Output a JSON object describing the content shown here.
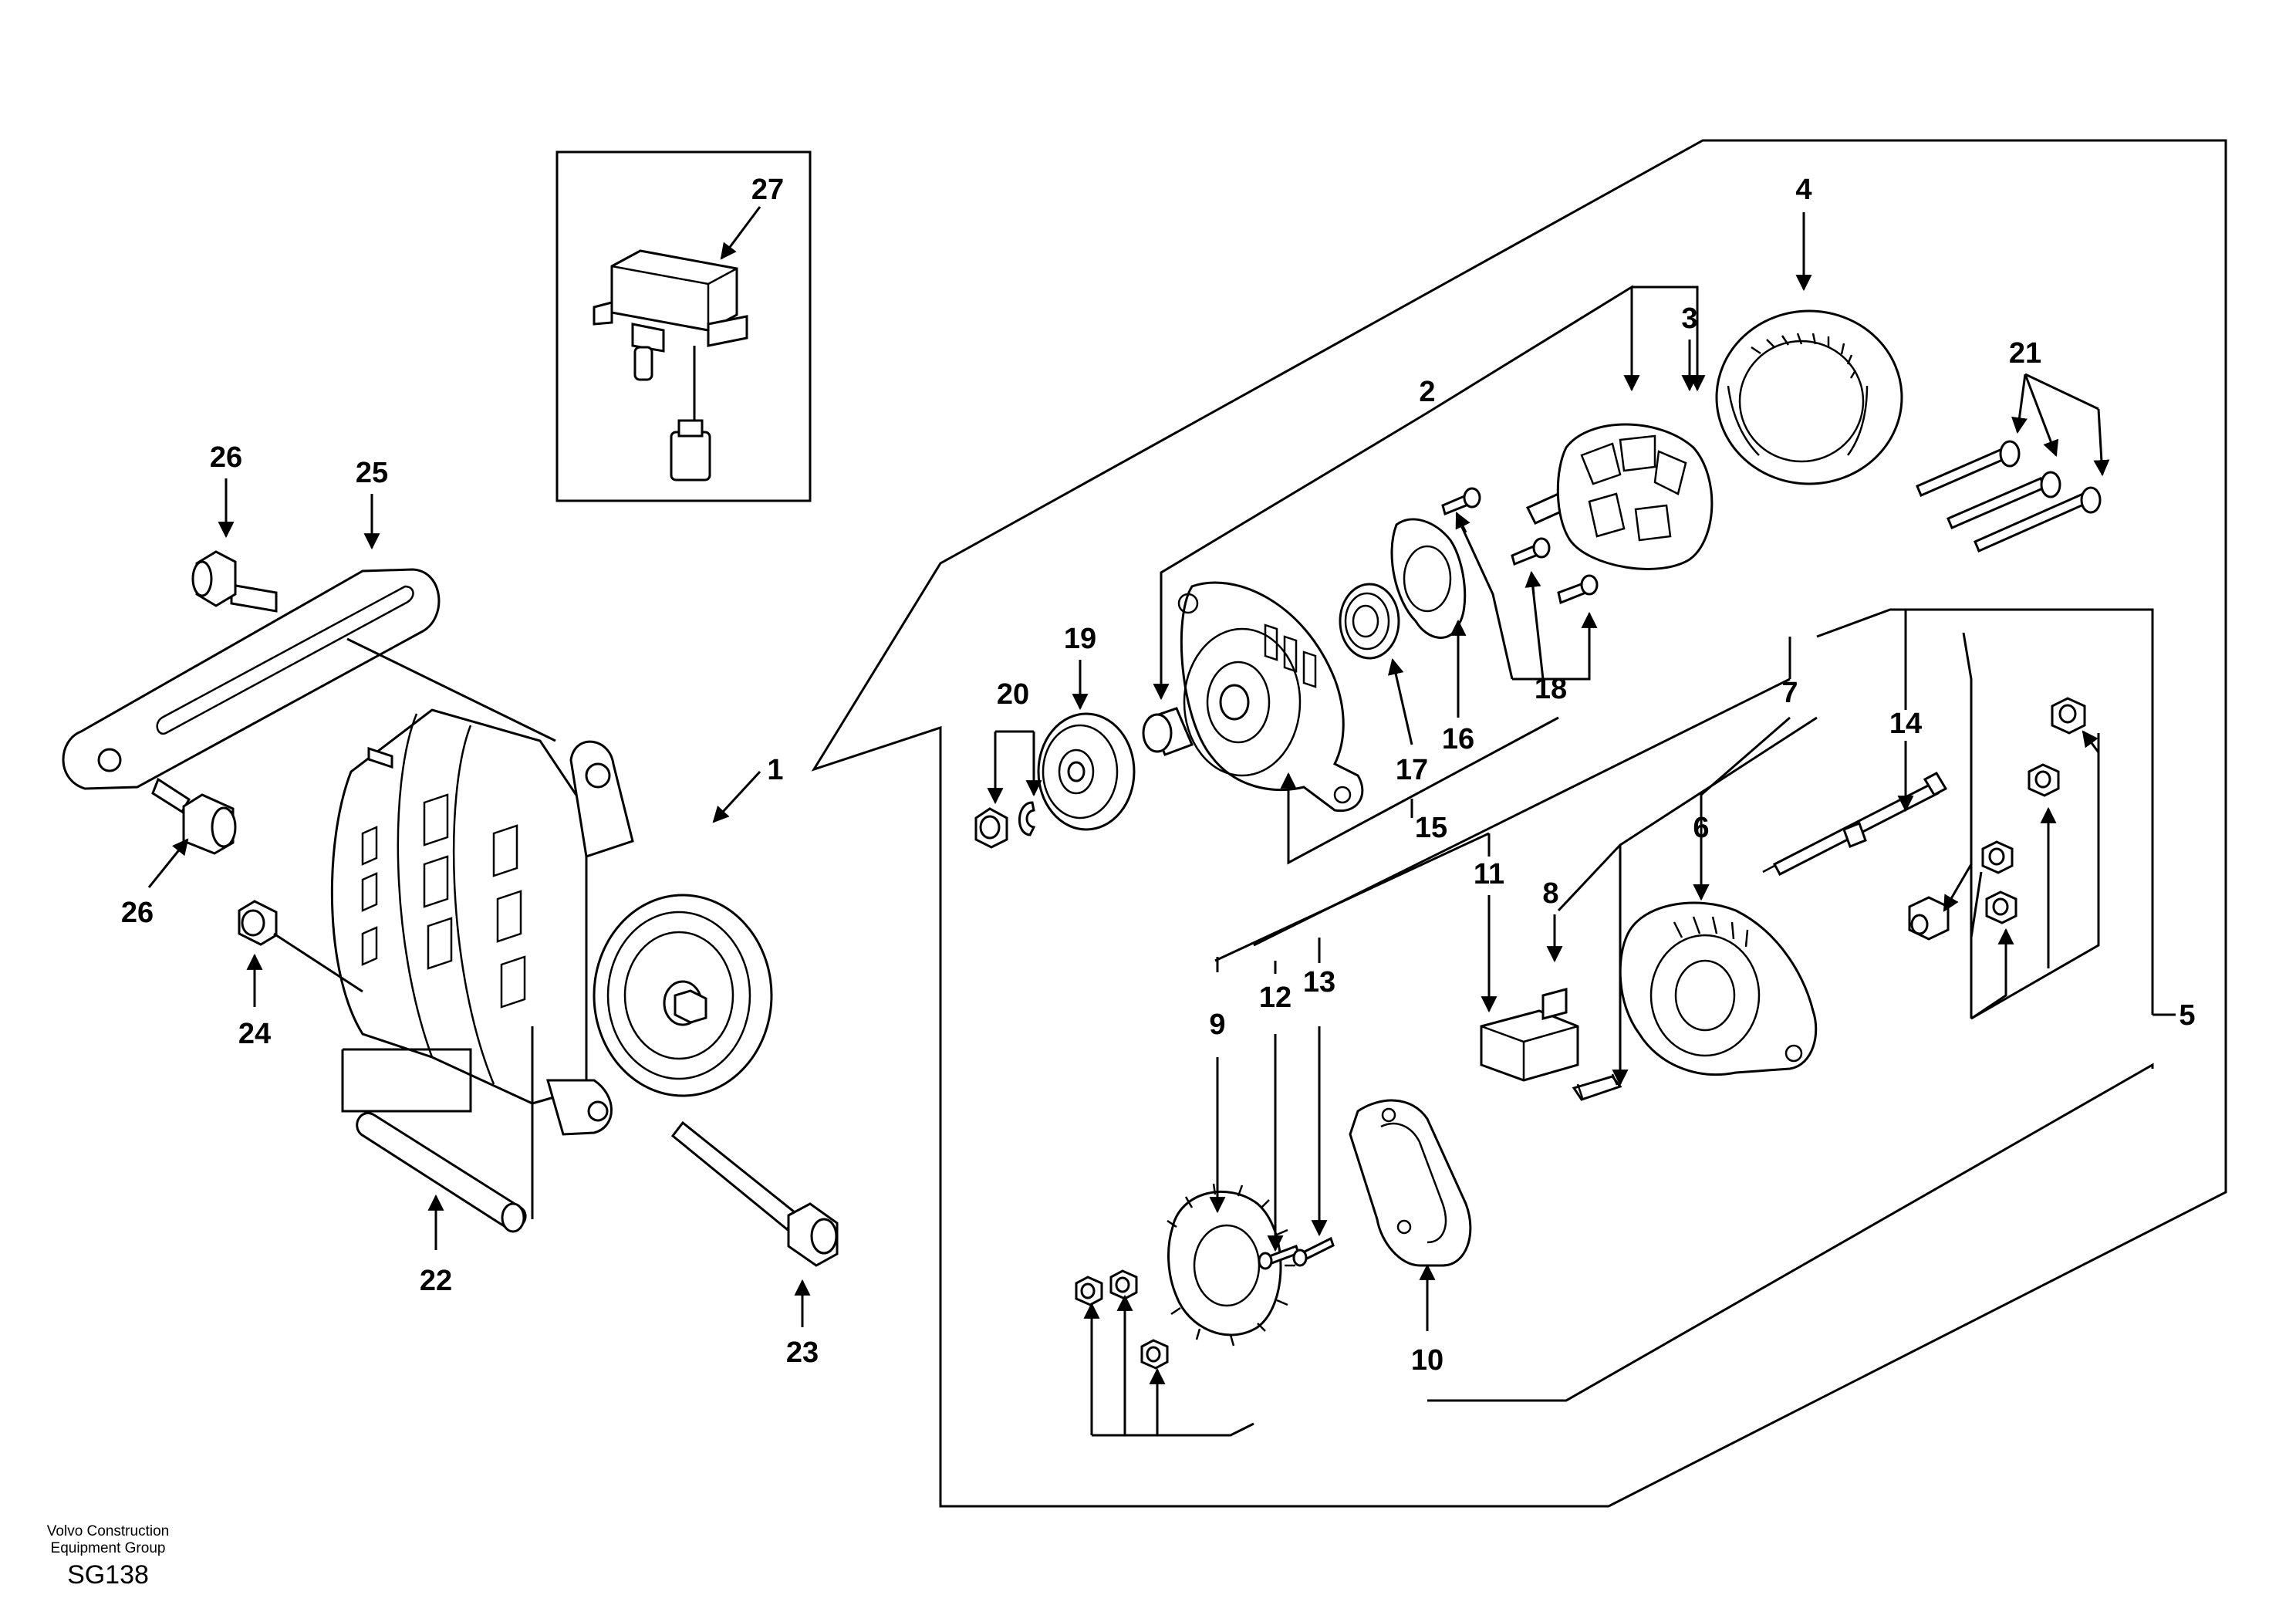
{
  "diagram": {
    "callouts": [
      "1",
      "2",
      "3",
      "4",
      "5",
      "6",
      "7",
      "8",
      "9",
      "10",
      "11",
      "12",
      "13",
      "14",
      "15",
      "16",
      "17",
      "18",
      "19",
      "20",
      "21",
      "22",
      "23",
      "24",
      "25",
      "26",
      "26",
      "27"
    ]
  },
  "footer": {
    "company_line1": "Volvo Construction",
    "company_line2": "Equipment Group",
    "code": "SG138"
  }
}
